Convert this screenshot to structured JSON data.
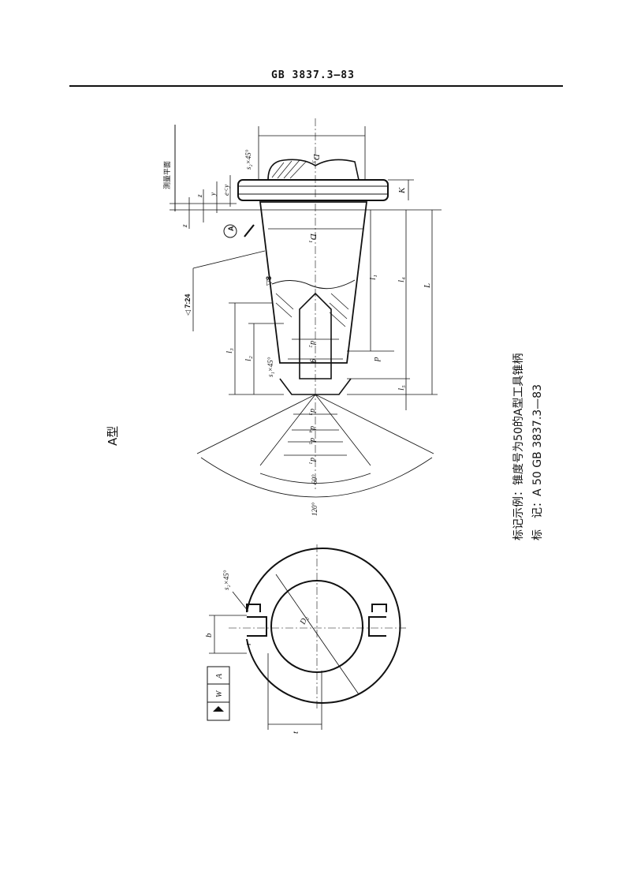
{
  "header": {
    "standard_code": "GB 3837.3—83"
  },
  "figure": {
    "type_label": "A型",
    "measuring_plane": "测量平面",
    "taper_ratio": "◁ 7:24",
    "roughness": "▽8",
    "datum": "A",
    "labels": {
      "s2_chamfer": "s₂×45°",
      "s1_chamfer": "s₁×45°",
      "D3": "D₃",
      "D1": "D₁",
      "D2": "D₂",
      "K": "K",
      "l1": "l₁",
      "l2": "l₂",
      "l3": "l₃",
      "l4": "l₄",
      "l5": "l₅",
      "L": "L",
      "d1": "d₁",
      "d2": "d₂",
      "d3": "d₃",
      "d4": "d₄",
      "d5": "d₅",
      "g": "g",
      "p": "p",
      "z": "z",
      "y": "y",
      "e_le_y": "e<y",
      "b": "b",
      "r": "r",
      "t": "t",
      "angle_60": "60°",
      "angle_120": "120°",
      "tol_w": "W",
      "tol_a": "A"
    }
  },
  "marking_example": {
    "line1": "标记示例：锥度号为50的A型工具锥柄",
    "line2_prefix": "标　记：",
    "line2_code": "A 50  GB 3837.3—83"
  }
}
